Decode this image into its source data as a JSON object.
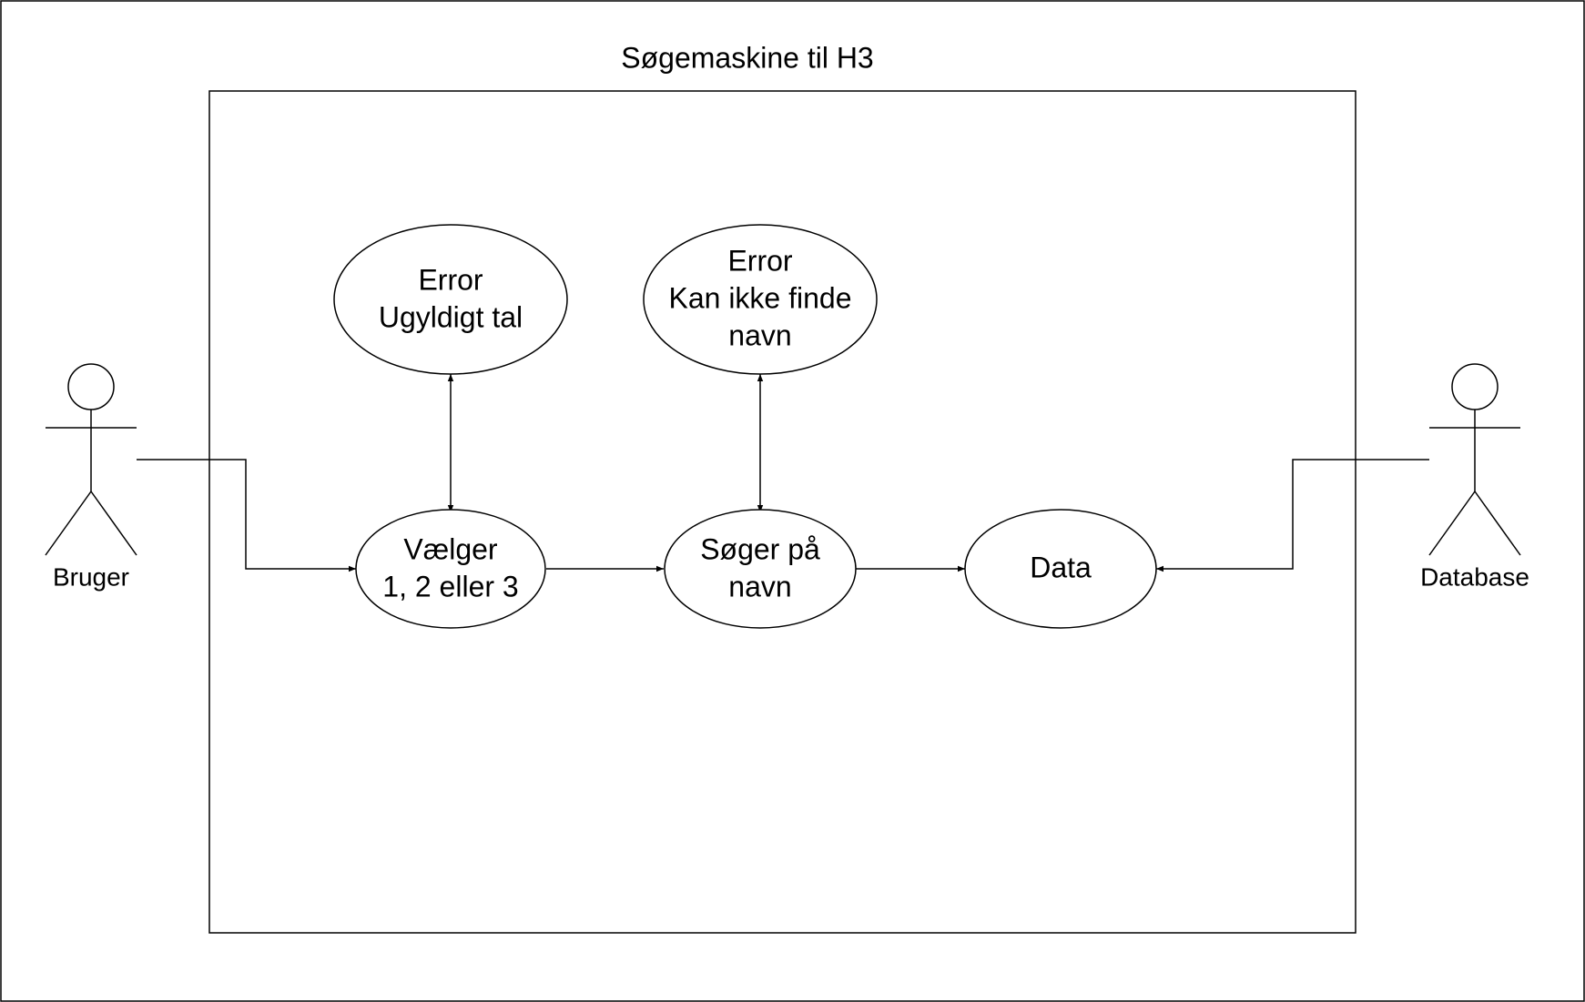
{
  "diagram": {
    "title": "Søgemaskine til H3",
    "actors": {
      "bruger": {
        "label": "Bruger"
      },
      "database": {
        "label": "Database"
      }
    },
    "use_cases": {
      "error_number": {
        "lines": [
          "Error",
          "Ugyldigt tal"
        ]
      },
      "error_name": {
        "lines": [
          "Error",
          "Kan ikke finde",
          "navn"
        ]
      },
      "choose": {
        "lines": [
          "Vælger",
          "1, 2 eller 3"
        ]
      },
      "search": {
        "lines": [
          "Søger på",
          "navn"
        ]
      },
      "data": {
        "lines": [
          "Data"
        ]
      }
    },
    "connections": [
      {
        "from": "bruger",
        "to": "choose",
        "type": "directed"
      },
      {
        "from": "choose",
        "to": "search",
        "type": "directed"
      },
      {
        "from": "search",
        "to": "data",
        "type": "directed"
      },
      {
        "from": "database",
        "to": "data",
        "type": "directed"
      },
      {
        "from": "choose",
        "to": "error_number",
        "type": "bidirectional"
      },
      {
        "from": "search",
        "to": "error_name",
        "type": "bidirectional"
      }
    ],
    "colors": {
      "stroke": "#000000",
      "background": "#ffffff"
    }
  }
}
